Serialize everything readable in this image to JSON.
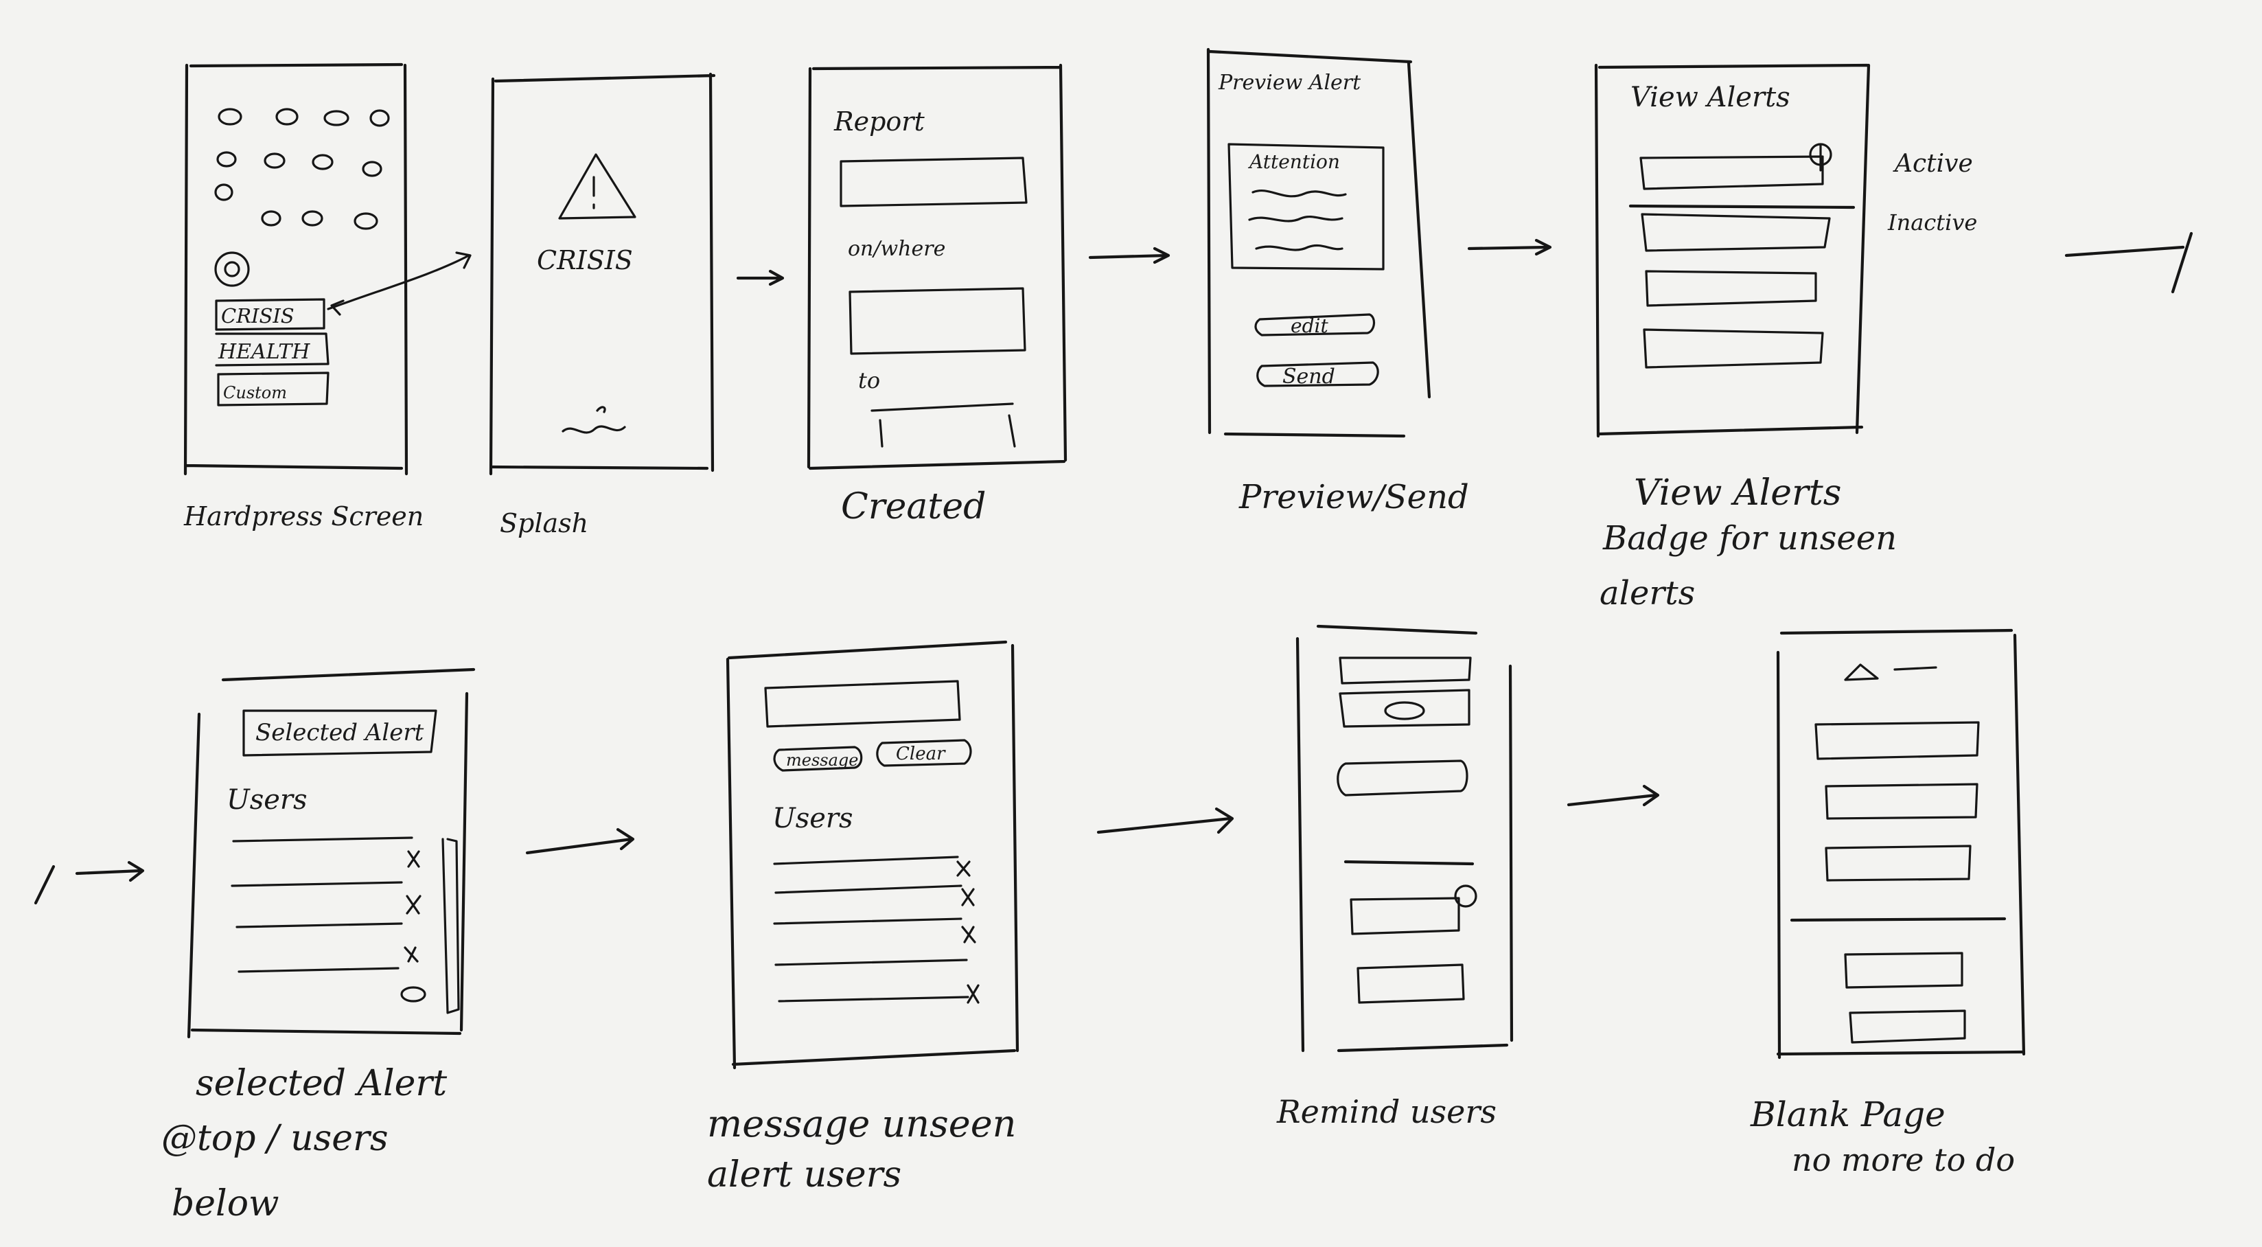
{
  "screens": {
    "homescreen": {
      "caption": "Hardpress Screen",
      "menu": [
        "CRISIS",
        "HEALTH",
        "Custom"
      ]
    },
    "splash": {
      "caption": "Splash",
      "logo_text": "CRISIS"
    },
    "create": {
      "caption": "Created",
      "title": "Report",
      "field1_label": "on/where",
      "field2_label": "to"
    },
    "preview": {
      "caption": "Preview/Send",
      "title": "Preview Alert",
      "card_title": "Attention",
      "edit_button": "edit",
      "send_button": "Send"
    },
    "view_alerts": {
      "caption_line1": "View Alerts",
      "caption_line2": "Badge for unseen",
      "caption_line3": "alerts",
      "title": "View Alerts",
      "status_active": "Active",
      "status_inactive": "Inactive"
    },
    "selected_alert": {
      "caption_line1": "selected Alert",
      "caption_line2": "@top / users",
      "caption_line3": "below",
      "header": "Selected Alert",
      "users_label": "Users"
    },
    "message_users": {
      "caption_line1": "message unseen",
      "caption_line2": "alert users",
      "message_button": "message",
      "clear_button": "Clear",
      "users_label": "Users"
    },
    "remind_users": {
      "caption": "Remind users"
    },
    "blank_page": {
      "caption_line1": "Blank Page",
      "caption_line2": "no more to do"
    }
  }
}
